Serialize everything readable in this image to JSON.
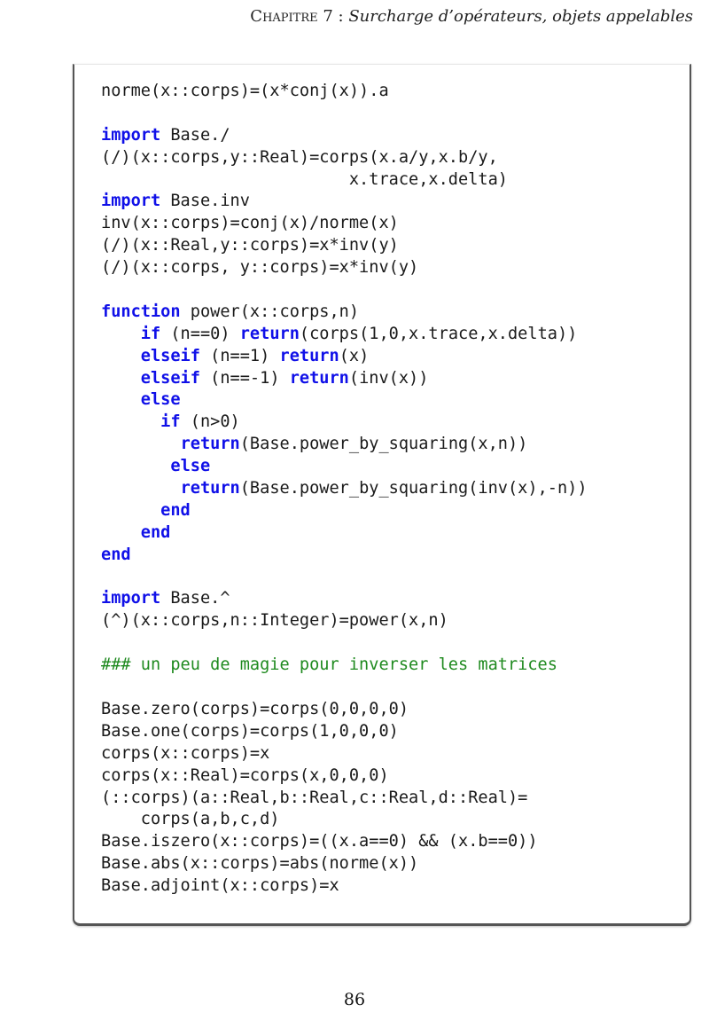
{
  "header": {
    "chapter_word": "Chapitre",
    "chapter_sep": " 7 : ",
    "subtitle": "Surcharge d’opérateurs, objets appelables"
  },
  "code_lines": [
    [
      [
        "t",
        "norme(x::corps)=(x*conj(x)).a"
      ]
    ],
    [],
    [
      [
        "k",
        "import"
      ],
      [
        "t",
        " Base./"
      ]
    ],
    [
      [
        "t",
        "(/)(x::corps,y::Real)=corps(x.a/y,x.b/y,"
      ]
    ],
    [
      [
        "t",
        "                         x.trace,x.delta)"
      ]
    ],
    [
      [
        "k",
        "import"
      ],
      [
        "t",
        " Base.inv"
      ]
    ],
    [
      [
        "t",
        "inv(x::corps)=conj(x)/norme(x)"
      ]
    ],
    [
      [
        "t",
        "(/)(x::Real,y::corps)=x*inv(y)"
      ]
    ],
    [
      [
        "t",
        "(/)(x::corps, y::corps)=x*inv(y)"
      ]
    ],
    [],
    [
      [
        "k",
        "function"
      ],
      [
        "t",
        " power(x::corps,n)"
      ]
    ],
    [
      [
        "t",
        "    "
      ],
      [
        "k",
        "if"
      ],
      [
        "t",
        " (n==0) "
      ],
      [
        "k",
        "return"
      ],
      [
        "t",
        "(corps(1,0,x.trace,x.delta))"
      ]
    ],
    [
      [
        "t",
        "    "
      ],
      [
        "k",
        "elseif"
      ],
      [
        "t",
        " (n==1) "
      ],
      [
        "k",
        "return"
      ],
      [
        "t",
        "(x)"
      ]
    ],
    [
      [
        "t",
        "    "
      ],
      [
        "k",
        "elseif"
      ],
      [
        "t",
        " (n==-1) "
      ],
      [
        "k",
        "return"
      ],
      [
        "t",
        "(inv(x))"
      ]
    ],
    [
      [
        "t",
        "    "
      ],
      [
        "k",
        "else"
      ]
    ],
    [
      [
        "t",
        "      "
      ],
      [
        "k",
        "if"
      ],
      [
        "t",
        " (n>0)"
      ]
    ],
    [
      [
        "t",
        "        "
      ],
      [
        "k",
        "return"
      ],
      [
        "t",
        "(Base.power_by_squaring(x,n))"
      ]
    ],
    [
      [
        "t",
        "       "
      ],
      [
        "k",
        "else"
      ]
    ],
    [
      [
        "t",
        "        "
      ],
      [
        "k",
        "return"
      ],
      [
        "t",
        "(Base.power_by_squaring(inv(x),-n))"
      ]
    ],
    [
      [
        "t",
        "      "
      ],
      [
        "k",
        "end"
      ]
    ],
    [
      [
        "t",
        "    "
      ],
      [
        "k",
        "end"
      ]
    ],
    [
      [
        "k",
        "end"
      ]
    ],
    [],
    [
      [
        "k",
        "import"
      ],
      [
        "t",
        " Base.^"
      ]
    ],
    [
      [
        "t",
        "(^)(x::corps,n::Integer)=power(x,n)"
      ]
    ],
    [],
    [
      [
        "c",
        "### un peu de magie pour inverser les matrices"
      ]
    ],
    [],
    [
      [
        "t",
        "Base.zero(corps)=corps(0,0,0,0)"
      ]
    ],
    [
      [
        "t",
        "Base.one(corps)=corps(1,0,0,0)"
      ]
    ],
    [
      [
        "t",
        "corps(x::corps)=x"
      ]
    ],
    [
      [
        "t",
        "corps(x::Real)=corps(x,0,0,0)"
      ]
    ],
    [
      [
        "t",
        "(::corps)(a::Real,b::Real,c::Real,d::Real)="
      ]
    ],
    [
      [
        "t",
        "    corps(a,b,c,d)"
      ]
    ],
    [
      [
        "t",
        "Base.iszero(x::corps)=((x.a==0) && (x.b==0))"
      ]
    ],
    [
      [
        "t",
        "Base.abs(x::corps)=abs(norme(x))"
      ]
    ],
    [
      [
        "t",
        "Base.adjoint(x::corps)=x"
      ]
    ]
  ],
  "page_number": "86"
}
